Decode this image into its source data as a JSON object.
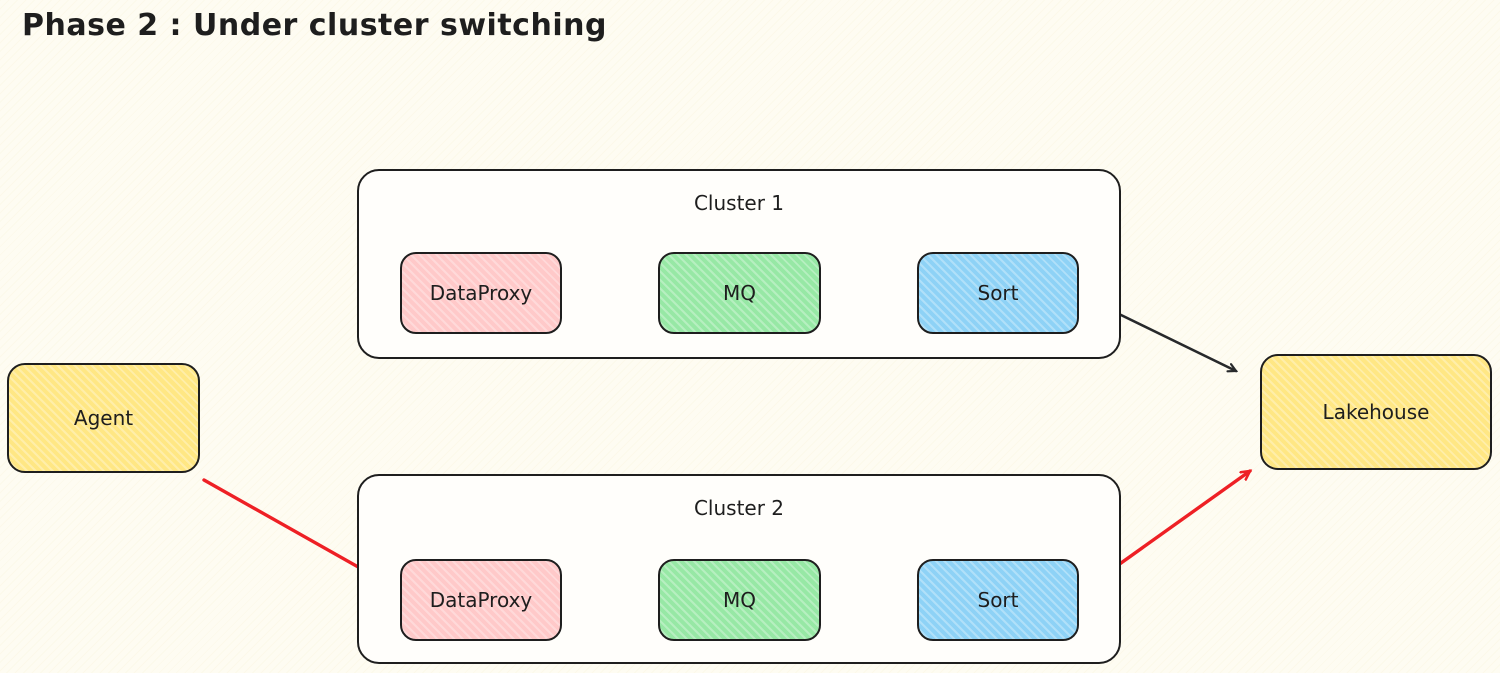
{
  "title": "Phase 2 : Under cluster switching",
  "colors": {
    "background": "#fefcf2",
    "stroke": "#1e1e1e",
    "arrow_black": "#27292b",
    "arrow_red": "#ee2025",
    "node_pink": "#ffc9c9",
    "node_green": "#97e8a5",
    "node_blue": "#8ed2f6",
    "node_yellow": "#ffe784",
    "cluster_fill": "#fffefb"
  },
  "nodes": {
    "agent": {
      "label": "Agent"
    },
    "lakehouse": {
      "label": "Lakehouse"
    }
  },
  "clusters": [
    {
      "label": "Cluster 1",
      "nodes": [
        {
          "label": "DataProxy",
          "color": "#ffc9c9"
        },
        {
          "label": "MQ",
          "color": "#97e8a5"
        },
        {
          "label": "Sort",
          "color": "#8ed2f6"
        }
      ]
    },
    {
      "label": "Cluster 2",
      "nodes": [
        {
          "label": "DataProxy",
          "color": "#ffc9c9"
        },
        {
          "label": "MQ",
          "color": "#97e8a5"
        },
        {
          "label": "Sort",
          "color": "#8ed2f6"
        }
      ]
    }
  ],
  "arrows": [
    {
      "from": "Cluster 1 / DataProxy",
      "to": "Cluster 1 / MQ",
      "color": "#27292b"
    },
    {
      "from": "Cluster 1 / MQ",
      "to": "Cluster 1 / Sort",
      "color": "#27292b"
    },
    {
      "from": "Cluster 1 / Sort",
      "to": "Lakehouse",
      "color": "#27292b"
    },
    {
      "from": "Agent",
      "to": "Cluster 2 / DataProxy",
      "color": "#ee2025"
    },
    {
      "from": "Cluster 2 / DataProxy",
      "to": "Cluster 2 / MQ",
      "color": "#ee2025"
    },
    {
      "from": "Cluster 2 / MQ",
      "to": "Cluster 2 / Sort",
      "color": "#ee2025"
    },
    {
      "from": "Cluster 2 / Sort",
      "to": "Lakehouse",
      "color": "#ee2025"
    }
  ]
}
